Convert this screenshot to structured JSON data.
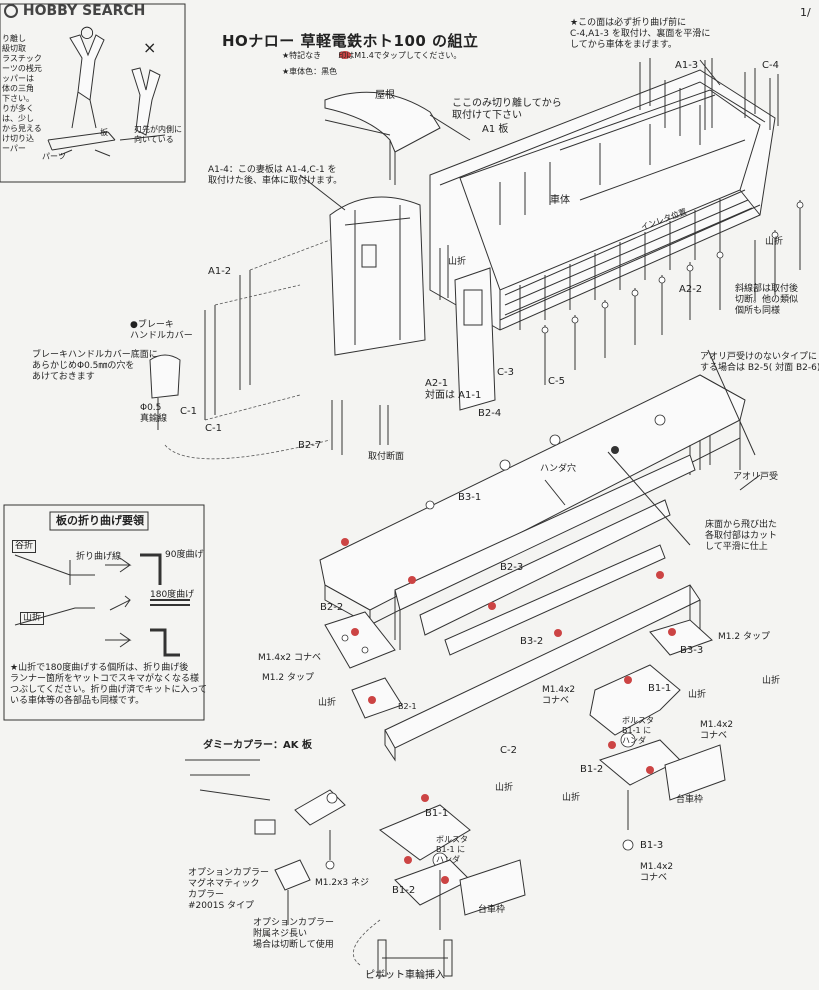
{
  "header": {
    "logo_text": "HOBBY SEARCH",
    "page_number": "1/",
    "title": "HOナロー 草軽電鉄ホト100 の組立",
    "note_tap_prefix": "★特記なき",
    "note_tap_suffix": "印はM1.4でタップしてください。",
    "note_color": "★車体色：黒色",
    "top_right_note": [
      "★この面は必ず折り曲げ前に",
      "C-4,A1-3 を取付け、裏面を平滑に",
      "してから車体をまげます。"
    ]
  },
  "tool_box": {
    "good_mark": "○",
    "bad_mark": "×",
    "left_text": [
      "り離し",
      "級切取",
      "ラスチック",
      "ーツの桟元",
      "ッパーは",
      "体の三角",
      "下さい。",
      "りが多く",
      "は、少し",
      "から見える",
      "け切り込",
      "ーパー"
    ],
    "plate_label": "板",
    "parts_label": "パーツ",
    "blade_text": [
      "刃先が内側に",
      "向いている"
    ]
  },
  "bend_guide": {
    "title": "板の折り曲げ要領",
    "valley_label": "谷折",
    "fold_line_label": "折り曲げ線",
    "bend90_label": "90度曲げ",
    "mountain_label": "山折",
    "bend180_label": "180度曲げ",
    "note": [
      "★山折で180度曲げする個所は、折り曲げ後",
      "ランナー箇所をヤットコでスキマがなくなる様",
      "つぶしてください。折り曲げ済でキットに入って",
      "いる車体等の各部品も同様です。"
    ]
  },
  "labels": {
    "roof": "屋根",
    "cut_note": [
      "ここのみ切り離してから",
      "取付けて下さい"
    ],
    "a1_plate": "A1 板",
    "a1_3": "A1-3",
    "c_4": "C-4",
    "body": "車体",
    "inreta": "インレタ位置",
    "a1_4_note": [
      "A1-4：この妻板は A1-4,C-1 を",
      "取付けた後、車体に取付けます。"
    ],
    "a1_2": "A1-2",
    "yamaori": "山折",
    "a2_2": "A2-2",
    "diagonal_note": [
      "斜線部は取付後",
      "切断。他の類似",
      "個所も同様"
    ],
    "brake": [
      "●ブレーキ",
      "ハンドルカバー"
    ],
    "brake_note": [
      "ブレーキハンドルカバー底面に",
      "あらかじめΦ0.5㎜の穴を",
      "あけておきます"
    ],
    "wire": [
      "Φ0.5",
      "真鍮線"
    ],
    "c_1a": "C-1",
    "c_1b": "C-1",
    "c_3": "C-3",
    "c_5": "C-5",
    "a2_1": [
      "A2-1",
      "対面は A1-1"
    ],
    "aori_note": [
      "アオリ戸受けのないタイプに",
      "する場合は B2-5( 対面 B2-6)"
    ],
    "b2_4": "B2-4",
    "b2_7": "B2-7",
    "section": "取付断面",
    "solder_hole": "ハンダ穴",
    "b3_1": "B3-1",
    "aori_uke": "アオリ戸受",
    "floor_note": [
      "床面から飛び出た",
      "各取付部はカット",
      "して平滑に仕上"
    ],
    "b2_3": "B2-3",
    "b2_2": "B2-2",
    "m14_nut": "M1.4x2 コナベ",
    "m12_tap_a": "M1.2 タップ",
    "yamaori_b": "山折",
    "b2_1": "B2-1",
    "b3_2": "B3-2",
    "m12_tap_b": "M1.2 タップ",
    "b3_3": "B3-3",
    "b1_1a": "B1-1",
    "m14_konabe_a": [
      "M1.4x2",
      "コナベ"
    ],
    "yamaori_c": "山折",
    "yamaori_d": "山折",
    "bolster_a": [
      "ボルスタ",
      "B1-1 に",
      "ハンダ"
    ],
    "m14_konabe_b": [
      "M1.4x2",
      "コナベ"
    ],
    "c_2": "C-2",
    "b1_2a": "B1-2",
    "yamaori_e": "山折",
    "daisha_a": "台車枠",
    "dummy_coupler": "ダミーカプラー：AK 板",
    "b1_1b": "B1-1",
    "bolster_b": [
      "ボルスタ",
      "B1-1 に",
      "ハンダ"
    ],
    "b1_3": "B1-3",
    "m14_konabe_c": [
      "M1.4x2",
      "コナベ"
    ],
    "option_coupler": [
      "オプションカプラー",
      "マグネマティック",
      "カプラー",
      "#2001S タイプ"
    ],
    "m12_screw": "M1.2x3 ネジ",
    "b1_2b": "B1-2",
    "daisha_b": "台車枠",
    "option_screw": [
      "オプションカプラー",
      "附属ネジ長い",
      "場合は切断して使用"
    ],
    "pivot": "ピボット車輪挿入"
  }
}
